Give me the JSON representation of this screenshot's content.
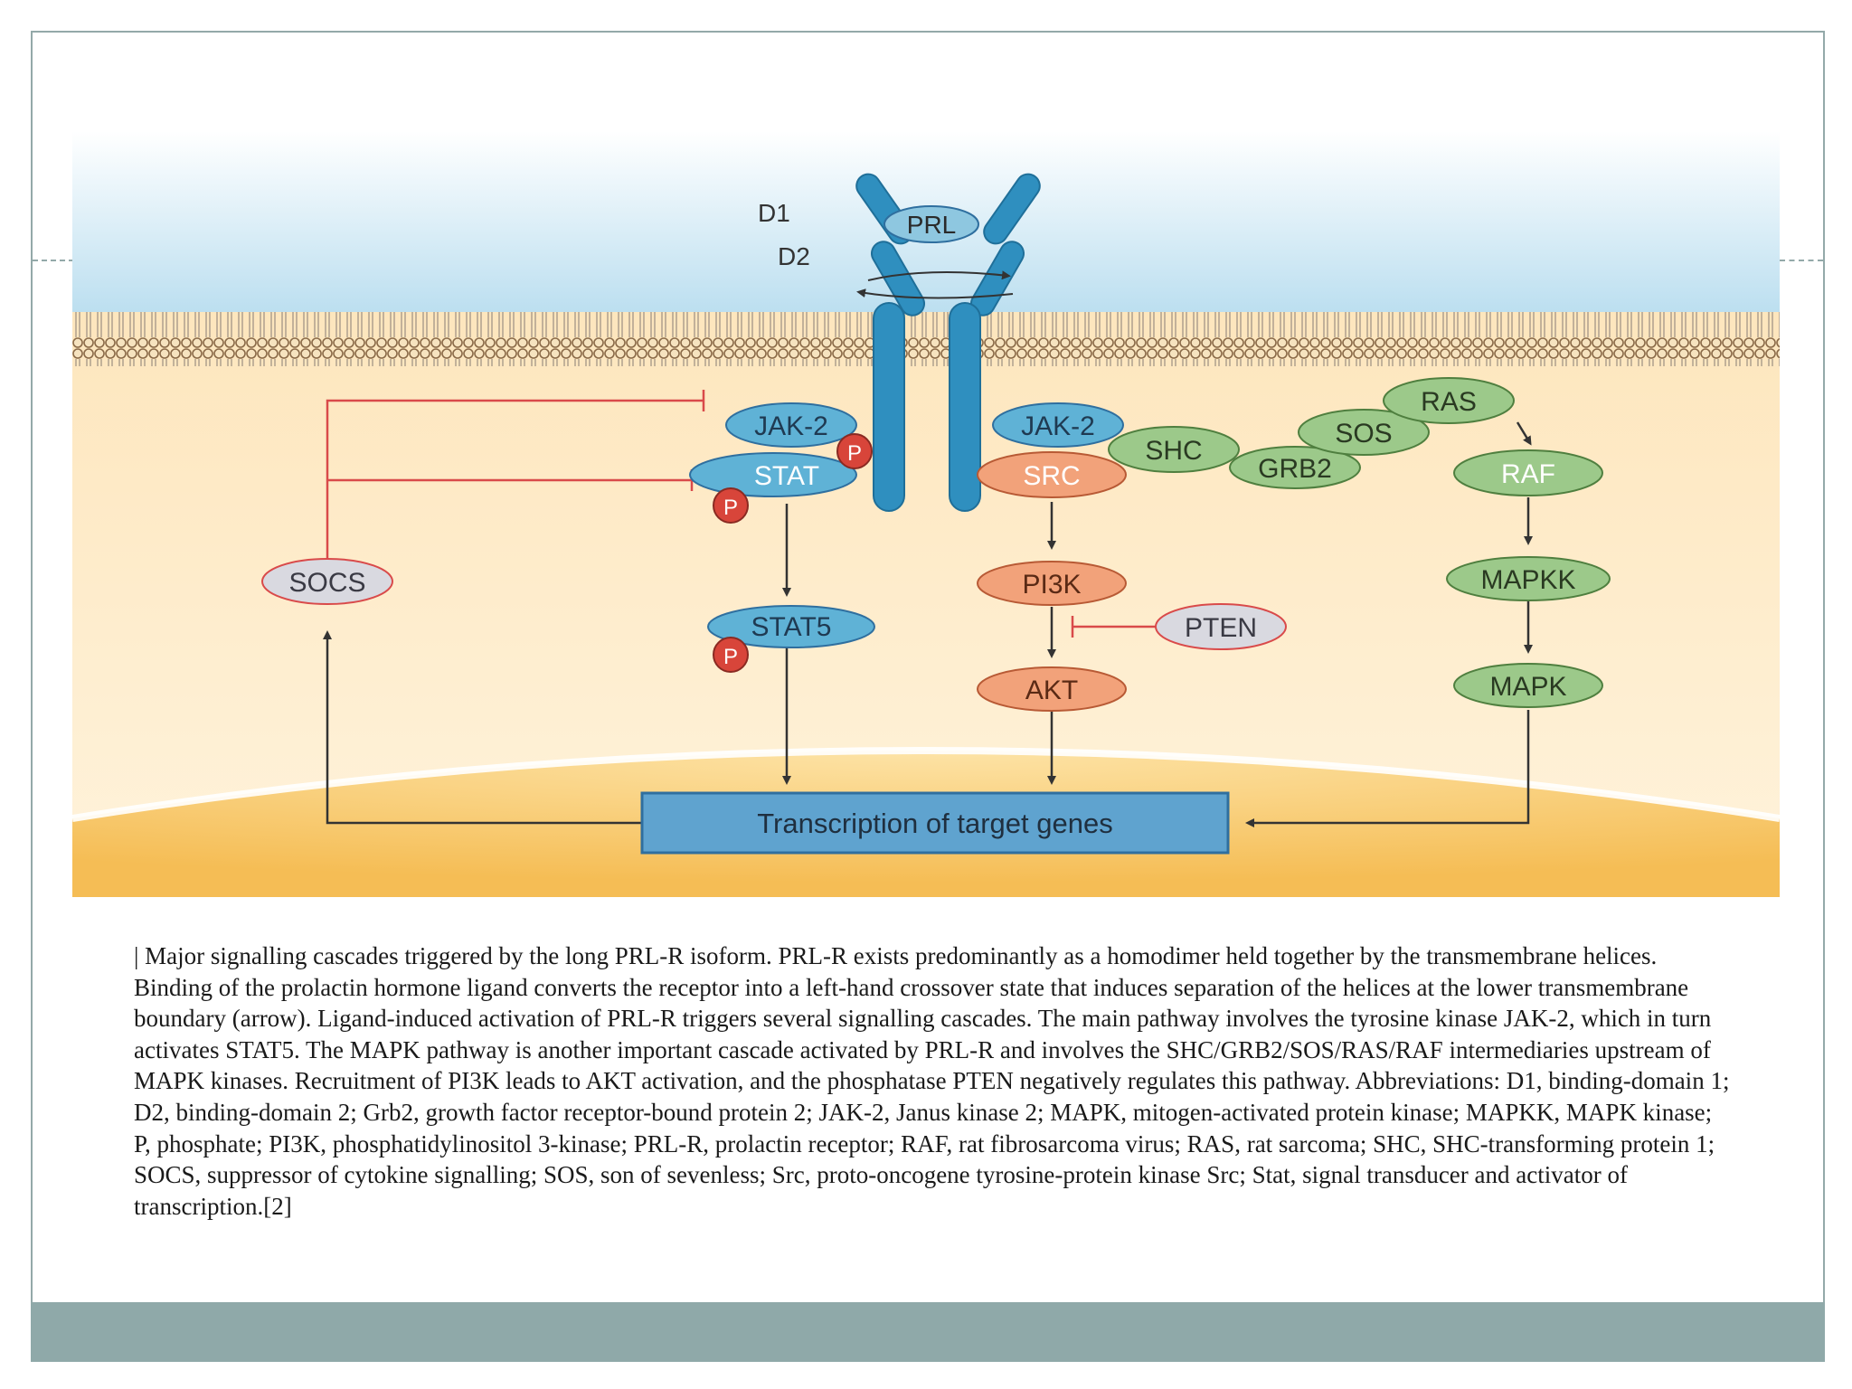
{
  "nodes": {
    "prl": "PRL",
    "d1": "D1",
    "d2": "D2",
    "jak2_left": "JAK-2",
    "stat": "STAT",
    "jak2_right": "JAK-2",
    "src": "SRC",
    "shc": "SHC",
    "grb2": "GRB2",
    "sos": "SOS",
    "ras": "RAS",
    "raf": "RAF",
    "socs": "SOCS",
    "stat5": "STAT5",
    "pi3k": "PI3K",
    "pten": "PTEN",
    "akt": "AKT",
    "mapkk": "MAPKK",
    "mapk": "MAPK",
    "phosphate": "P",
    "transcription": "Transcription of target genes"
  },
  "caption": " | Major signalling cascades triggered by the long PRL-R isoform. PRL-R exists predominantly as a homodimer held together by the transmembrane helices. Binding of the prolactin hormone ligand converts the receptor into a left-hand crossover state that induces separation of the helices at the lower transmembrane boundary (arrow). Ligand-induced activation of PRL-R triggers several signalling cascades. The main pathway involves the tyrosine kinase JAK-2, which in turn activates STAT5. The MAPK pathway is another important cascade activated by PRL-R and involves the SHC/GRB2/SOS/RAS/RAF intermediaries upstream of MAPK kinases. Recruitment of PI3K leads to AKT activation, and the phosphatase PTEN negatively regulates this pathway. Abbreviations: D1, binding-domain 1; D2, binding-domain 2; Grb2, growth factor receptor-bound protein 2; JAK-2, Janus kinase 2; MAPK, mitogen-activated protein kinase; MAPKK, MAPK kinase; P, phosphate; PI3K, phosphatidylinositol 3-kinase; PRL-R, prolactin receptor; RAF, rat fibrosarcoma virus; RAS, rat sarcoma; SHC, SHC-transforming protein 1; SOCS, suppressor of cytokine signalling; SOS, son of sevenless; Src, proto-oncogene tyrosine-protein kinase Src; Stat, signal transducer and activator of transcription.[2]",
  "colors": {
    "receptor": "#2f8fbf",
    "jak_stat": "#5fb2d6",
    "src_pi3k_akt": "#f2a27a",
    "mapk_pathway": "#9cc98a",
    "inhibitor": "#d9d9e0",
    "phosphate": "#d8453a",
    "inhibition_line": "#d94a4a",
    "cytoplasm": "#fdedcf",
    "nucleus": "#f7c463",
    "frame": "#93a9a9"
  }
}
